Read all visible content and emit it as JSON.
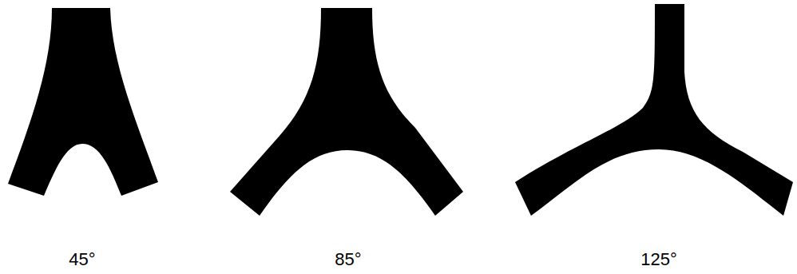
{
  "diagram": {
    "labels": [
      "45°",
      "85°",
      "125°"
    ]
  }
}
